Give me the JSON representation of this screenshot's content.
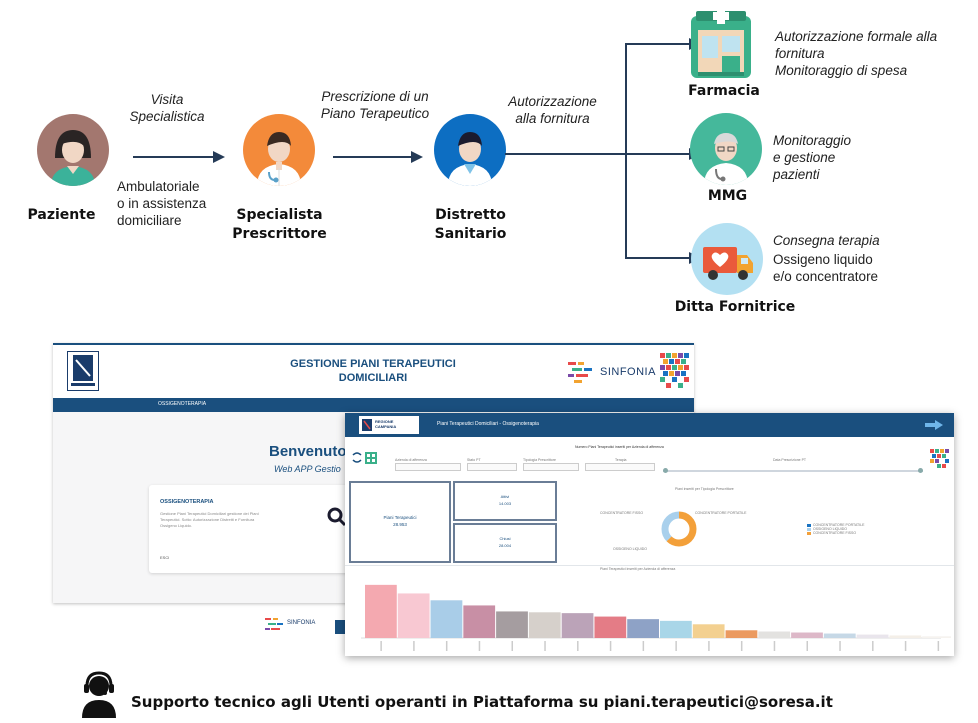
{
  "flow": {
    "paziente": {
      "label": "Paziente"
    },
    "arrow1": {
      "top": "Visita\nSpecialistica",
      "bottom": "Ambulatoriale\no in assistenza\ndomiciliare"
    },
    "specialista": {
      "label": "Specialista\nPrescrittore"
    },
    "arrow2": {
      "top": "Prescrizione di un\nPiano Terapeutico"
    },
    "distretto": {
      "label": "Distretto\nSanitario"
    },
    "arrow3": {
      "top": "Autorizzazione\nalla fornitura"
    },
    "farmacia": {
      "label": "Farmacia",
      "desc": "Autorizzazione formale alla\nfornitura\nMonitoraggio di spesa"
    },
    "mmg": {
      "label": "MMG",
      "desc": "Monitoraggio\ne gestione\npazienti"
    },
    "ditta": {
      "label": "Ditta Fornitrice",
      "desc_italic": "Consegna terapia",
      "desc_plain": "Ossigeno liquido\ne/o concentratore"
    }
  },
  "app1": {
    "title": "GESTIONE PIANI TERAPEUTICI\nDOMICILIARI",
    "brand": "SINFONIA",
    "nav_item": "OSSIGENOTERAPIA",
    "welcome": "Benvenuto",
    "welcome_sub": "Web APP Gestio",
    "card_title": "OSSIGENOTERAPIA",
    "card_text": "Gestione Piani Terapeutici Domiciliari gestione dei Piani Terapeutici. Sotto: Autorizzazione Distretti e Fornitura Ossigeno Liquido.",
    "card_link": "ESCI",
    "footer_brand": "SINFONIA"
  },
  "app2": {
    "header_brand": "REGIONE\nCAMPANIA",
    "header_title": "Piani Terapeutici Domiciliari - Ossigenoterapia",
    "filters_title": "Numero Piani Terapeutici inseriti per Azienda di afferenza",
    "filters": [
      "Azienda di afferenza",
      "Stato PT",
      "Tipologia Prescrittore",
      "Terapia",
      "Data Prescrizione PT"
    ],
    "kpi_main": {
      "label": "Piani Terapeutici",
      "value": "28.953"
    },
    "kpi_attivi": {
      "label": "Attivi",
      "value": "14.003"
    },
    "kpi_chiusi": {
      "label": "Chiusi",
      "value": "28.004"
    },
    "donut_title": "Piani inseriti per Tipologia Prescrittore",
    "donut_labels": [
      "CONCENTRATORE FISSO",
      "CONCENTRATORE PORTATILE",
      "OSSIGENO LIQUIDO"
    ],
    "legend": [
      "CONCENTRATORE PORTATILE",
      "OSSIGENO LIQUIDO",
      "CONCENTRATORE FISSO"
    ],
    "bars_title": "Piani Terapeutici inseriti per Azienda di afferenza"
  },
  "support": {
    "text": "Supporto tecnico agli Utenti operanti in Piattaforma su piani.terapeutici@soresa.it"
  },
  "chart_data": {
    "type": "bar",
    "title": "Piani Terapeutici inseriti per Azienda di afferenza",
    "values": [
      3100,
      2600,
      2200,
      1900,
      1550,
      1500,
      1450,
      1250,
      1100,
      1000,
      800,
      450,
      380,
      320,
      260,
      200,
      150,
      100
    ],
    "colors": [
      "#f4a9b0",
      "#f8c8d2",
      "#a9cde8",
      "#c88fa5",
      "#a59da0",
      "#d6d0cb",
      "#bba3b8",
      "#e47c86",
      "#8ea2c6",
      "#a9d6e8",
      "#f3d090",
      "#eb9a60",
      "#e3e2e0",
      "#ddb8c8",
      "#c6d8e6",
      "#e9e5ec",
      "#f4efe8",
      "#f6f3ef"
    ]
  }
}
